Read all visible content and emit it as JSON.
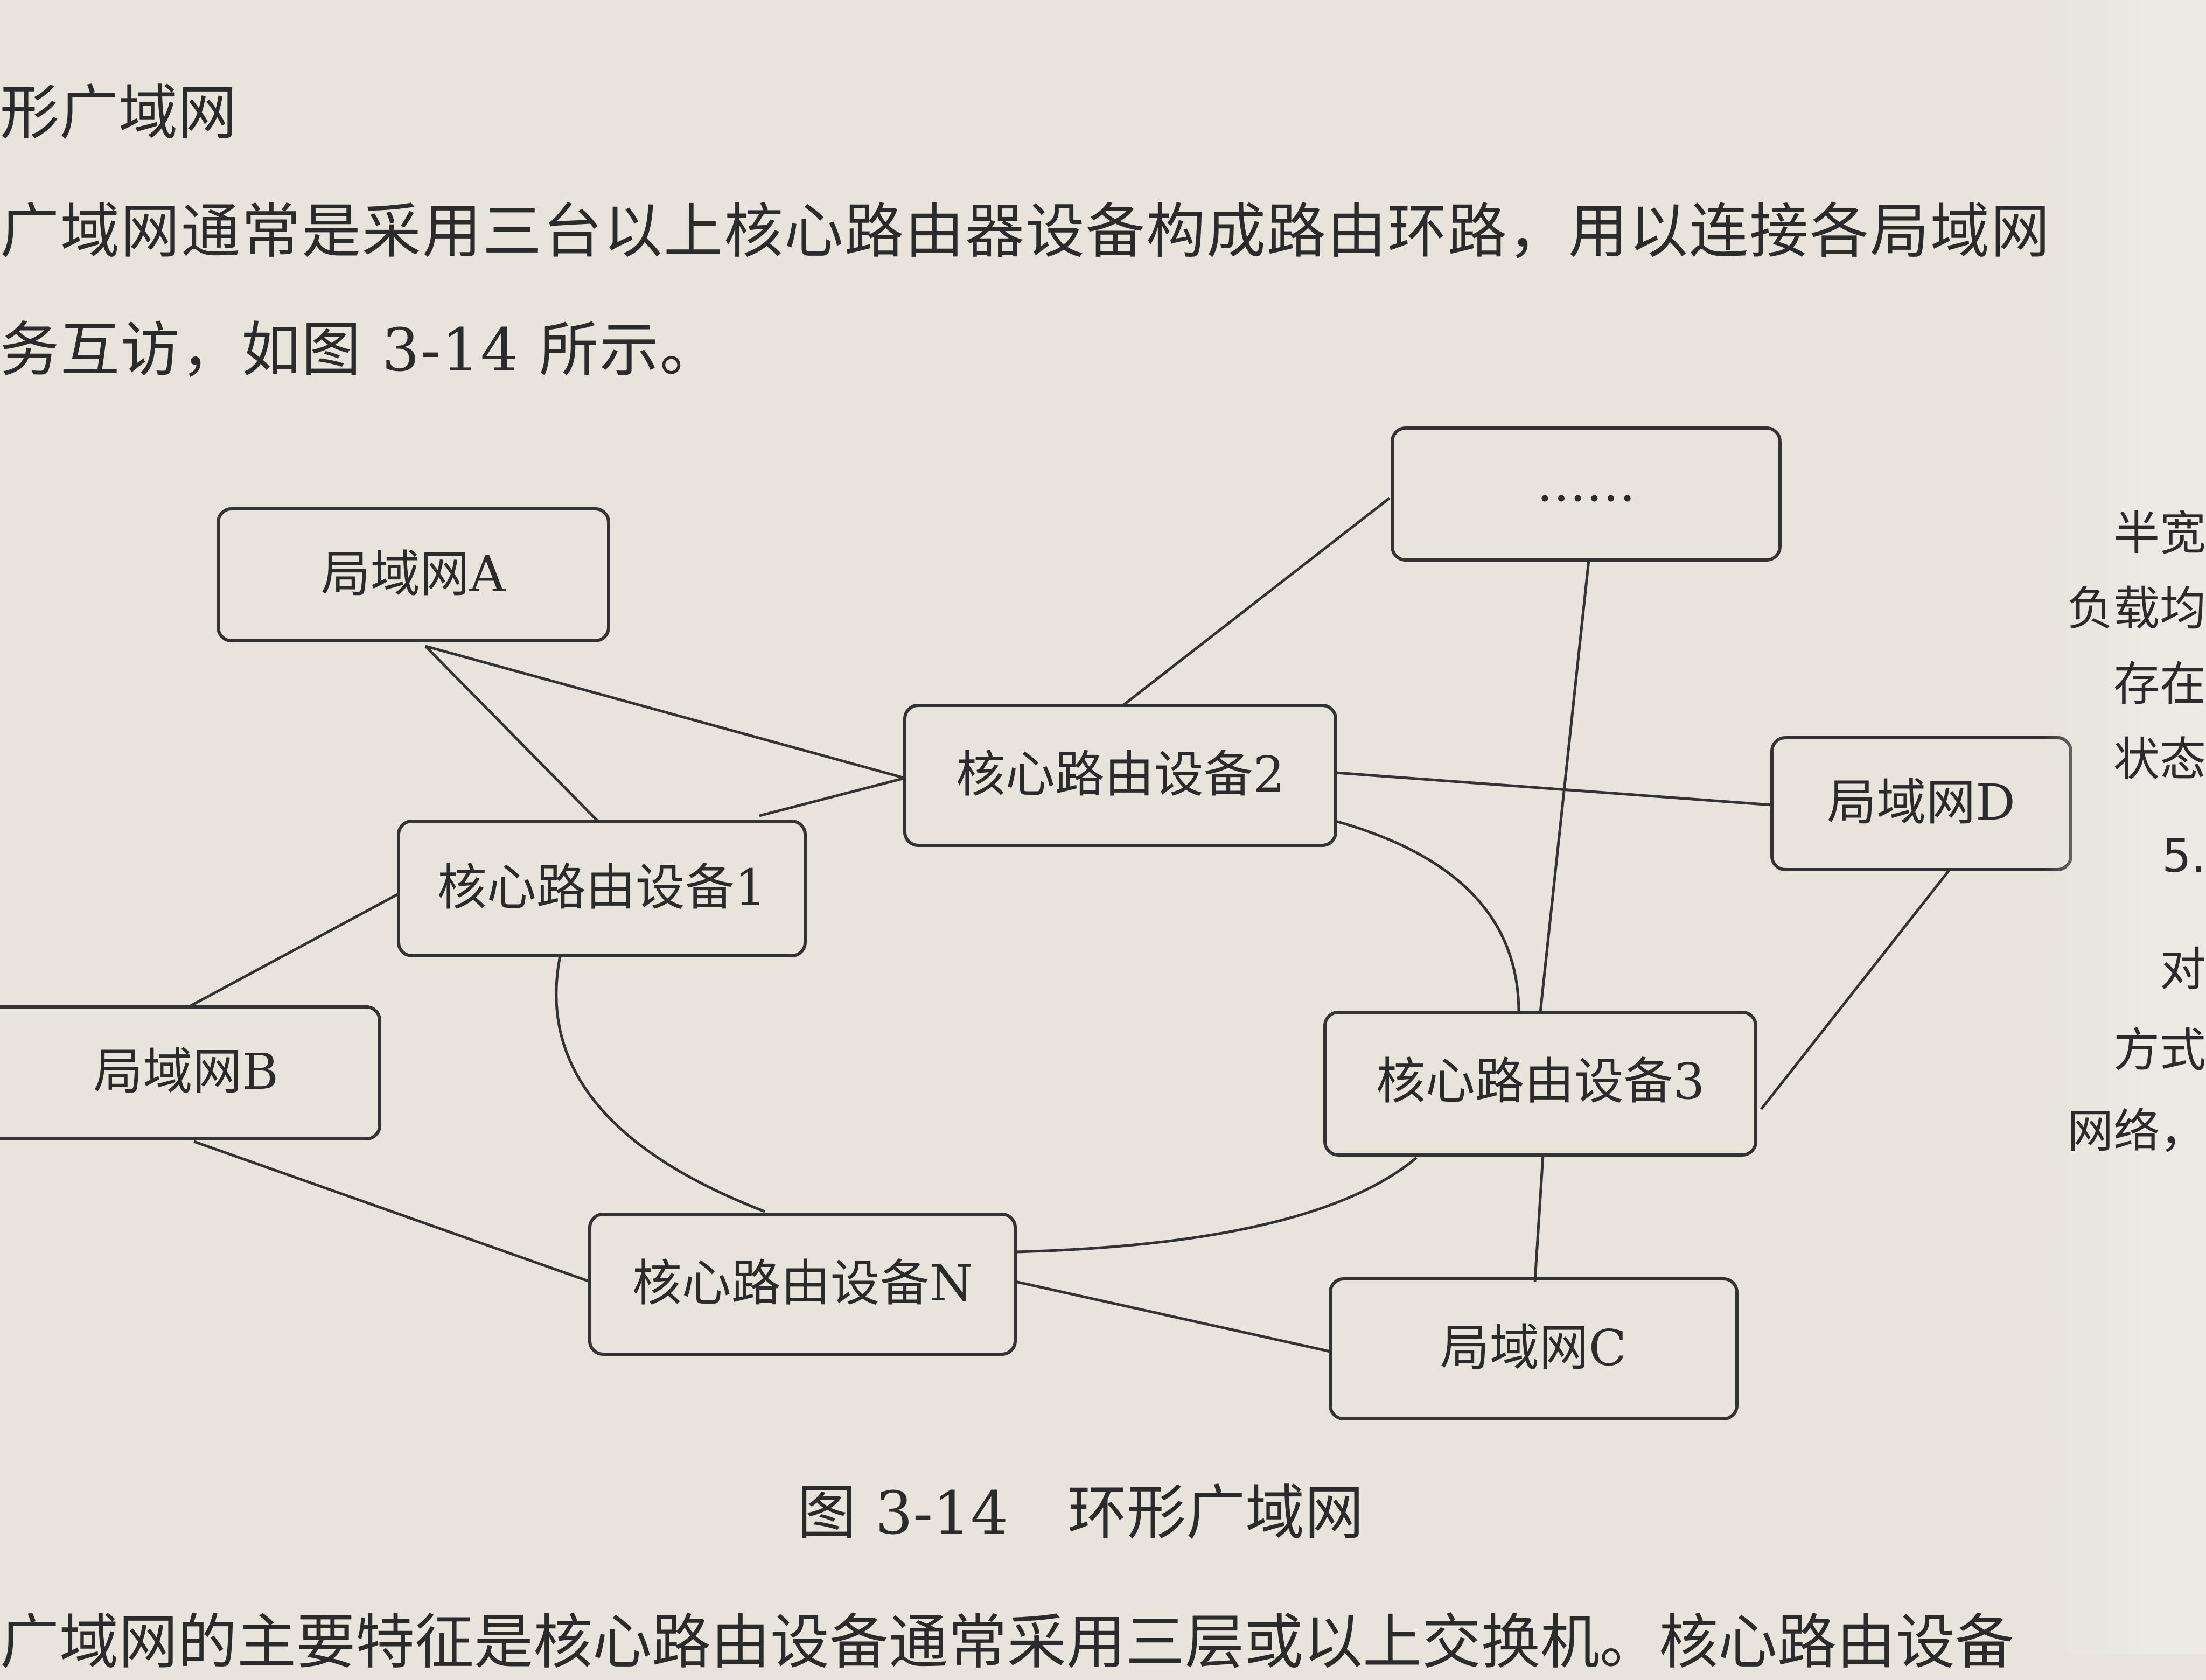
{
  "heading": "形广域网",
  "paragraph": {
    "line1": "广域网通常是采用三台以上核心路由器设备构成路由环路，用以连接各局域网",
    "line2": "务互访，如图 3-14 所示。"
  },
  "right_margin_fragments": [
    "半宽",
    "负载均",
    "存在",
    "状态",
    "5.",
    "对",
    "方式",
    "网络，"
  ],
  "diagram": {
    "nodes": {
      "lan_a": "局域网A",
      "lan_b": "局域网B",
      "lan_c": "局域网C",
      "lan_d": "局域网D",
      "core1": "核心路由设备1",
      "core2": "核心路由设备2",
      "core3": "核心路由设备3",
      "coreN": "核心路由设备N",
      "more": "……"
    }
  },
  "caption": {
    "figure_number": "图 3-14",
    "title": "环形广域网"
  },
  "footer_line": "广域网的主要特征是核心路由设备通常采用三层或以上交换机。核心路由设备"
}
